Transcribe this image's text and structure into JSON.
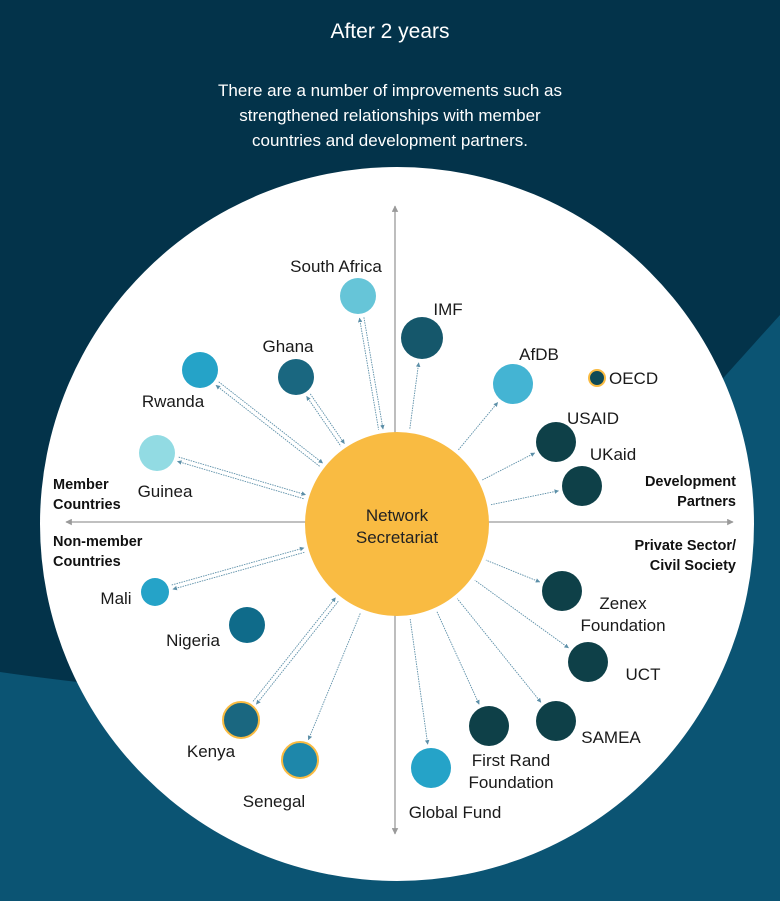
{
  "header": {
    "title": "After 2 years",
    "subtitle_lines": [
      "There are a number of improvements such as",
      "strengthened relationships with member",
      "countries and development partners."
    ]
  },
  "colors": {
    "bg_dark": "#03334a",
    "bg_light": "#0b5473",
    "hub": "#f9bb42",
    "axis": "#9a9a9a",
    "link": "#5c8fa8"
  },
  "hub": {
    "label_lines": [
      "Network",
      "Secretariat"
    ]
  },
  "quadrants": {
    "member": [
      "Member",
      "Countries"
    ],
    "non_member": [
      "Non-member",
      "Countries"
    ],
    "development": [
      "Development",
      "Partners"
    ],
    "private": [
      "Private Sector/",
      "Civil Society"
    ]
  },
  "nodes": [
    {
      "id": "south-africa",
      "label": [
        "South Africa"
      ],
      "color": "#66c5d8",
      "link": "double"
    },
    {
      "id": "imf",
      "label": [
        "IMF"
      ],
      "color": "#15576b",
      "link": "single"
    },
    {
      "id": "ghana",
      "label": [
        "Ghana"
      ],
      "color": "#1a6780",
      "link": "double"
    },
    {
      "id": "rwanda",
      "label": [
        "Rwanda"
      ],
      "color": "#25a3c8",
      "link": "double"
    },
    {
      "id": "afdb",
      "label": [
        "AfDB"
      ],
      "color": "#44b4d3",
      "link": "single"
    },
    {
      "id": "oecd",
      "label": [
        "OECD"
      ],
      "color": "#0e4a57",
      "link": "none",
      "ring": "#f9bb42"
    },
    {
      "id": "usaid",
      "label": [
        "USAID"
      ],
      "color": "#0e4048",
      "link": "single"
    },
    {
      "id": "ukaid",
      "label": [
        "UKaid"
      ],
      "color": "#0e4048",
      "link": "single"
    },
    {
      "id": "guinea",
      "label": [
        "Guinea"
      ],
      "color": "#92dbe3",
      "link": "double"
    },
    {
      "id": "mali",
      "label": [
        "Mali"
      ],
      "color": "#25a3c8",
      "link": "double"
    },
    {
      "id": "nigeria",
      "label": [
        "Nigeria"
      ],
      "color": "#0f6b8a",
      "link": "none"
    },
    {
      "id": "kenya",
      "label": [
        "Kenya"
      ],
      "color": "#1a6780",
      "link": "double",
      "ring": "#f9bb42"
    },
    {
      "id": "senegal",
      "label": [
        "Senegal"
      ],
      "color": "#1e87aa",
      "link": "single",
      "ring": "#f9bb42"
    },
    {
      "id": "zenex",
      "label": [
        "Zenex",
        "Foundation"
      ],
      "color": "#0e4048",
      "link": "single"
    },
    {
      "id": "uct",
      "label": [
        "UCT"
      ],
      "color": "#0e4048",
      "link": "single"
    },
    {
      "id": "samea",
      "label": [
        "SAMEA"
      ],
      "color": "#0e4048",
      "link": "single"
    },
    {
      "id": "first-rand",
      "label": [
        "First Rand",
        "Foundation"
      ],
      "color": "#0e4048",
      "link": "single"
    },
    {
      "id": "global-fund",
      "label": [
        "Global Fund"
      ],
      "color": "#25a3c8",
      "link": "single"
    }
  ]
}
